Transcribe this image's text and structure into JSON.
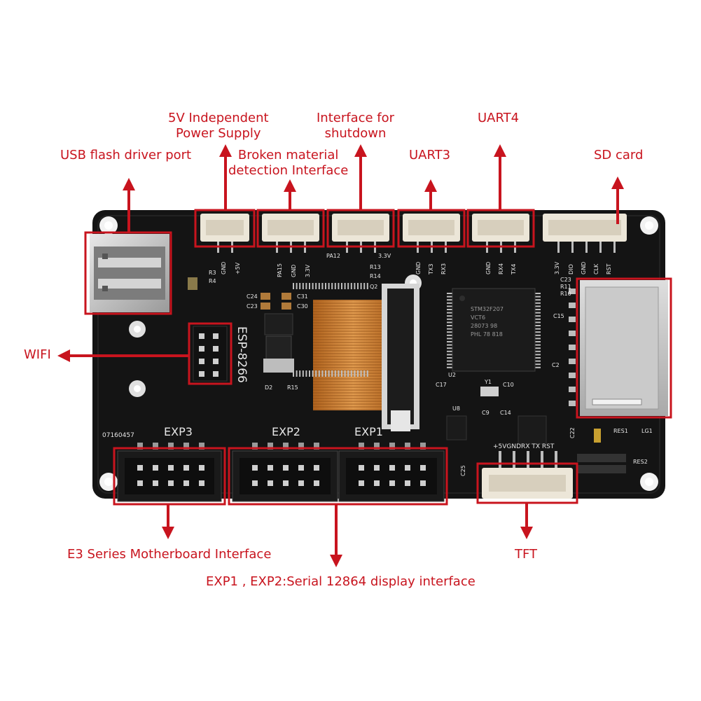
{
  "colors": {
    "annotation": "#c8141e",
    "pcb": "#141414",
    "silkscreen": "#e6e6e6",
    "connector": "#ece6d8",
    "flex_cable": "#c8782c",
    "sd_card": "#c4c4c4"
  },
  "callouts": {
    "usb": "USB flash driver port",
    "power_line1": "5V Independent",
    "power_line2": "Power Supply",
    "filament_line1": "Broken material",
    "filament_line2": "detection Interface",
    "shutdown_line1": "Interface for",
    "shutdown_line2": "shutdown",
    "uart3": "UART3",
    "uart4": "UART4",
    "sd_card": "SD card",
    "wifi": "WIFI",
    "e3": "E3 Series Motherboard Interface",
    "exp": "EXP1 , EXP2:Serial 12864 display interface",
    "tft": "TFT"
  },
  "board_labels": {
    "esp": "ESP-8266",
    "exp3": "EXP3",
    "exp2": "EXP2",
    "exp1": "EXP1",
    "serial": "07160457",
    "mcu_line1": "STM32F207",
    "mcu_line2": "VCT6",
    "mcu_line3": "28073 98",
    "mcu_line4": "PHL 78 818",
    "p1_pin1": "GND",
    "p1_pin2": "+5V",
    "p2_pin1": "PA15",
    "p2_pin2": "GND",
    "p2_pin3": "3.3V",
    "p3_pin1": "PA12",
    "p3_pin2": "3.3V",
    "p4_pin1": "GND",
    "p4_pin2": "TX3",
    "p4_pin3": "RX3",
    "p5_pin1": "GND",
    "p5_pin2": "RX4",
    "p5_pin3": "TX4",
    "p6_pin1": "3.3V",
    "p6_pin2": "DIO",
    "p6_pin3": "GND",
    "p6_pin4": "CLK",
    "p6_pin5": "RST",
    "tft_pins": "+5VGNDRX TX RST",
    "c24": "C24",
    "c23": "C23",
    "c31": "C31",
    "c30": "C30",
    "r3": "R3",
    "r4": "R4",
    "r13": "R13",
    "r14": "R14",
    "q2": "Q2",
    "d2": "D2",
    "r15": "R15",
    "c17": "C17",
    "y1": "Y1",
    "c10": "C10",
    "u8": "U8",
    "c9": "C9",
    "c14": "C14",
    "u2": "U2",
    "c23b": "C23",
    "r11": "R11",
    "r10": "R10",
    "c15": "C15",
    "c2": "C2",
    "res1": "RES1",
    "lg1": "LG1",
    "res2": "RES2",
    "c22": "C22",
    "c25": "C25"
  }
}
